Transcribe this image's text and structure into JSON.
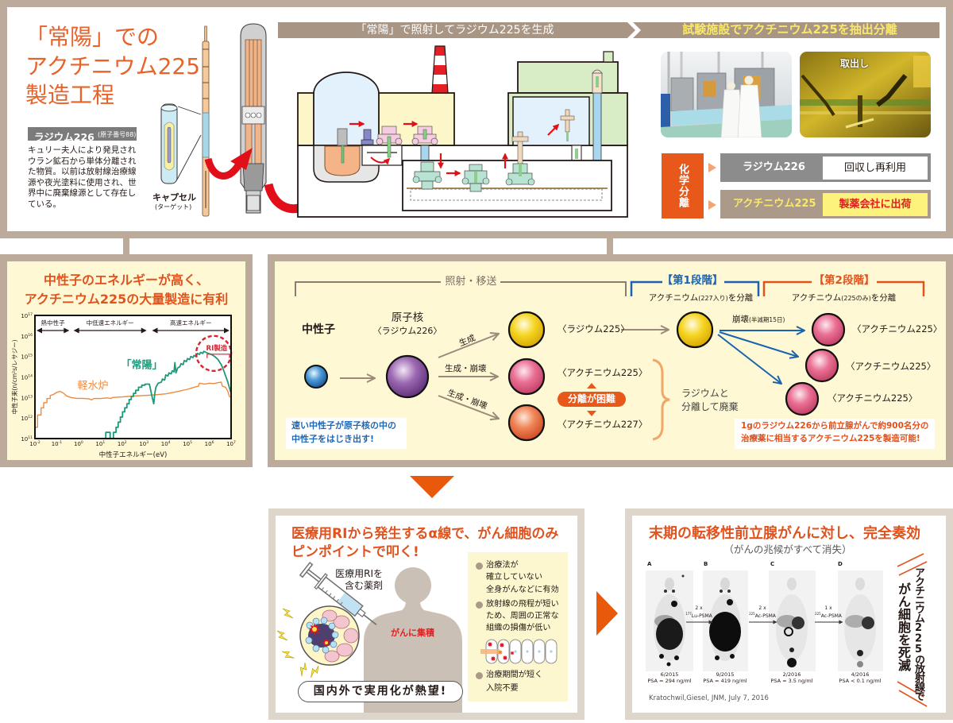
{
  "top_panel": {
    "title_lines": [
      "「常陽」での",
      "アクチニウム225",
      "製造工程"
    ],
    "radium_tag": {
      "name": "ラジウム226",
      "note": "(原子番号88)"
    },
    "radium_description_lines": [
      "キュリー夫人により発見され",
      "ウラン鉱石から単体分離され",
      "た物質。以前は放射線治療線",
      "源や夜光塗料に使用され、世",
      "界中に廃棄線源として存在し",
      "ている。"
    ],
    "capsule": {
      "label": "キャプセル",
      "sublabel": "(ターゲット)"
    },
    "stage_headers": [
      "「常陽」で照射してラジウム225を生成",
      "試験施設でアクチニウム225を抽出分離"
    ],
    "photos": [
      {
        "name": "hot-cell-facility-photo"
      },
      {
        "name": "extraction-glovebox-photo",
        "caption": "取出し"
      }
    ],
    "separation": {
      "label": "化学分離",
      "rows": [
        {
          "substance": "ラジウム226",
          "outcome": "回収し再利用"
        },
        {
          "substance": "アクチニウム225",
          "outcome": "製薬会社に出荷"
        }
      ]
    }
  },
  "chart_panel": {
    "title_lines": [
      "中性子のエネルギーが高く、",
      "アクチニウム225の大量製造に有利"
    ]
  },
  "chart_data": {
    "type": "line",
    "title": "中性子のエネルギーが高く、アクチニウム225の大量製造に有利",
    "xlabel": "中性子エネルギー(eV)",
    "ylabel": "中性子束(n/cm²s/レサジー)",
    "x_scale": "log",
    "y_scale": "log",
    "xlim": [
      0.01,
      10000000
    ],
    "ylim": [
      100000000000,
      100000000000000000
    ],
    "tick_base": "10",
    "x_tick_exponents": [
      -2,
      -1,
      0,
      1,
      2,
      3,
      4,
      5,
      6,
      7
    ],
    "y_tick_exponents": [
      11,
      12,
      13,
      14,
      15,
      16,
      17
    ],
    "grid": false,
    "legend": "none (direct labels on curves)",
    "energy_ranges": [
      {
        "label": "熱中性子",
        "from_log10_eV": -2,
        "to_log10_eV": -0.35
      },
      {
        "label": "中低速エネルギー",
        "from_log10_eV": -0.3,
        "to_log10_eV": 3.2
      },
      {
        "label": "高速エネルギー",
        "from_log10_eV": 3.3,
        "to_log10_eV": 7
      }
    ],
    "series": [
      {
        "name": "軽水炉",
        "color": "#ef8a3c",
        "log10_x": [
          -2.0,
          -1.88,
          -1.88,
          -1.72,
          -1.72,
          -1.6,
          -1.6,
          -1.45,
          -1.45,
          -1.3,
          -1.3,
          -1.15,
          -1.0,
          -0.85,
          -0.7,
          -0.55,
          -0.35,
          -0.1,
          0.2,
          0.5,
          0.6,
          0.7,
          1.0,
          1.3,
          1.5,
          1.55,
          2.0,
          2.5,
          3.0,
          3.5,
          4.0,
          4.5,
          5.0,
          5.3,
          5.5,
          5.55,
          5.8,
          6.0,
          6.2,
          6.4,
          6.55,
          6.6,
          6.75,
          6.85,
          6.92,
          7.0
        ],
        "log10_y": [
          11.55,
          11.55,
          12.15,
          12.15,
          12.5,
          12.5,
          12.75,
          12.75,
          12.95,
          12.95,
          13.1,
          13.15,
          13.25,
          13.3,
          13.22,
          13.08,
          13.0,
          12.96,
          12.96,
          12.93,
          12.88,
          12.95,
          12.95,
          12.98,
          12.95,
          13.0,
          13.03,
          13.07,
          13.1,
          13.13,
          13.18,
          13.28,
          13.4,
          13.5,
          13.55,
          13.7,
          13.65,
          13.7,
          13.68,
          13.72,
          13.75,
          13.55,
          13.5,
          13.3,
          13.05,
          13.0
        ]
      },
      {
        "name": "「常陽」",
        "color": "#1d9878",
        "log10_x": [
          1.25,
          1.25,
          1.45,
          1.45,
          1.6,
          1.6,
          1.72,
          1.72,
          1.82,
          1.82,
          1.92,
          1.92,
          2.02,
          2.02,
          2.12,
          2.12,
          2.22,
          2.22,
          2.32,
          2.32,
          2.42,
          2.42,
          2.52,
          2.52,
          2.62,
          2.62,
          2.75,
          2.75,
          2.9,
          2.9,
          3.05,
          3.05,
          3.25,
          3.3,
          3.38,
          3.45,
          3.5,
          3.55,
          3.65,
          3.8,
          3.85,
          3.95,
          4.0,
          4.1,
          4.15,
          4.25,
          4.3,
          4.38,
          4.42,
          4.47,
          4.55,
          4.65,
          4.7,
          4.8,
          4.85,
          4.95,
          5.0,
          5.1,
          5.15,
          5.25,
          5.3,
          5.4,
          5.45,
          5.55,
          5.6,
          5.7,
          5.75,
          5.85,
          5.95,
          6.1,
          6.25,
          6.4,
          6.55,
          6.65,
          6.75,
          6.85,
          6.93,
          7.0
        ],
        "log10_y": [
          11.0,
          11.3,
          11.3,
          11.0,
          11.0,
          11.3,
          11.3,
          11.55,
          11.55,
          11.8,
          11.8,
          12.05,
          12.05,
          12.3,
          12.3,
          12.5,
          12.5,
          12.7,
          12.7,
          12.9,
          12.9,
          13.05,
          13.05,
          13.2,
          13.2,
          13.35,
          13.35,
          13.5,
          13.5,
          13.6,
          13.6,
          13.65,
          13.65,
          13.4,
          13.0,
          12.7,
          13.2,
          13.5,
          13.7,
          13.75,
          13.9,
          13.85,
          14.1,
          14.05,
          14.2,
          14.15,
          14.3,
          14.25,
          14.7,
          14.2,
          14.45,
          14.5,
          14.65,
          14.6,
          14.8,
          14.75,
          14.9,
          14.85,
          15.0,
          14.95,
          15.05,
          15.0,
          15.15,
          15.1,
          15.2,
          15.15,
          15.25,
          15.2,
          15.15,
          15.1,
          15.0,
          14.85,
          14.6,
          14.35,
          14.05,
          13.75,
          13.45,
          13.2
        ]
      }
    ],
    "annotations": [
      {
        "text": "RI製造",
        "type": "dashed-circle-with-bracket",
        "color": "#d9232e",
        "from_log10_eV": 5.9,
        "to_log10_eV": 7,
        "center_log10": [
          6.2,
          15.15
        ]
      }
    ]
  },
  "process_panel": {
    "irradiation_bracket": "照射・移送",
    "stage1": {
      "title": "【第1段階】",
      "pre": "アクチニウム",
      "paren": "(227入り)",
      "post": "を分離"
    },
    "stage2": {
      "title": "【第2段階】",
      "pre": "アクチニウム",
      "paren": "(225のみ)",
      "post": "を分離"
    },
    "neutron_label": "中性子",
    "nucleus_label": "原子核",
    "nucleus_name": "〈ラジウム226〉",
    "reaction_labels": [
      "生成",
      "生成・崩壊",
      "生成・崩壊"
    ],
    "products": [
      "〈ラジウム225〉",
      "〈アクチニウム225〉",
      "〈アクチニウム227〉"
    ],
    "separation_badge": "分離が困難",
    "waste_note_lines": [
      "ラジウムと",
      "分離して廃棄"
    ],
    "decay_label": "崩壊",
    "decay_note": "(半減期15日)",
    "final_products": [
      "〈アクチニウム225〉",
      "〈アクチニウム225〉",
      "〈アクチニウム225〉"
    ],
    "neutron_callout_lines": [
      "速い中性子が原子核の中の",
      "中性子をはじき出す!"
    ],
    "yield_callout_lines": [
      "1gのラジウム226から前立腺がんで約900名分の",
      "治療薬に相当するアクチニウム225を製造可能!"
    ]
  },
  "therapy_panel": {
    "title_lines": [
      "医療用RIから発生するα線で、がん細胞のみ",
      "ピンポイントで叩く!"
    ],
    "drug_label_lines": [
      "医療用RIを",
      "含む薬剤"
    ],
    "accumulation_label": "がんに集積",
    "hope_banner": "国内外で実用化が熱望!",
    "benefits": [
      {
        "lines": [
          "治療法が",
          "確立していない",
          "全身がんなどに有効"
        ]
      },
      {
        "lines": [
          "放射線の飛程が短い",
          "ため、周囲の正常な",
          "組織の損傷が低い"
        ]
      },
      {
        "lines": [
          "治療期間が短く",
          "入院不要"
        ]
      }
    ]
  },
  "outcome_panel": {
    "title": "末期の転移性前立腺がんに対し、完全奏効",
    "subtitle": "（がんの兆候がすべて消失）",
    "scans": [
      {
        "label": "A",
        "date": "6/2015",
        "psa": "PSA = 294 ng/ml"
      },
      {
        "label": "B",
        "date": "9/2015",
        "psa": "PSA = 419 ng/ml"
      },
      {
        "label": "C",
        "date": "2/2016",
        "psa": "PSA = 3.5 ng/ml"
      },
      {
        "label": "D",
        "date": "4/2016",
        "psa": "PSA < 0.1 ng/ml"
      }
    ],
    "treatments": [
      {
        "count": "2 x",
        "mass_number": "177",
        "agent": "Lu-PSMA"
      },
      {
        "count": "2 x",
        "mass_number": "225",
        "agent": "Ac-PSMA"
      },
      {
        "count": "1 x",
        "mass_number": "225",
        "agent": "Ac-PSMA"
      }
    ],
    "citation": "Kratochwil,Giesel, JNM, July 7, 2016",
    "side_note_lines": [
      "アクチニウム225の放射線で",
      "がん細胞を死滅"
    ]
  },
  "colors": {
    "title_orange": "#e8622a",
    "accent_orange": "#e0531e",
    "arrow_orange": "#e8590c",
    "frame_taupe": "#bcab9b",
    "frame_light": "#ded5cb",
    "panel_cream": "#fef8d5",
    "stage1_blue": "#1a63b0",
    "joyo_teal": "#1d9878",
    "lwr_orange": "#ef8a3c",
    "alert_red": "#e02020"
  }
}
